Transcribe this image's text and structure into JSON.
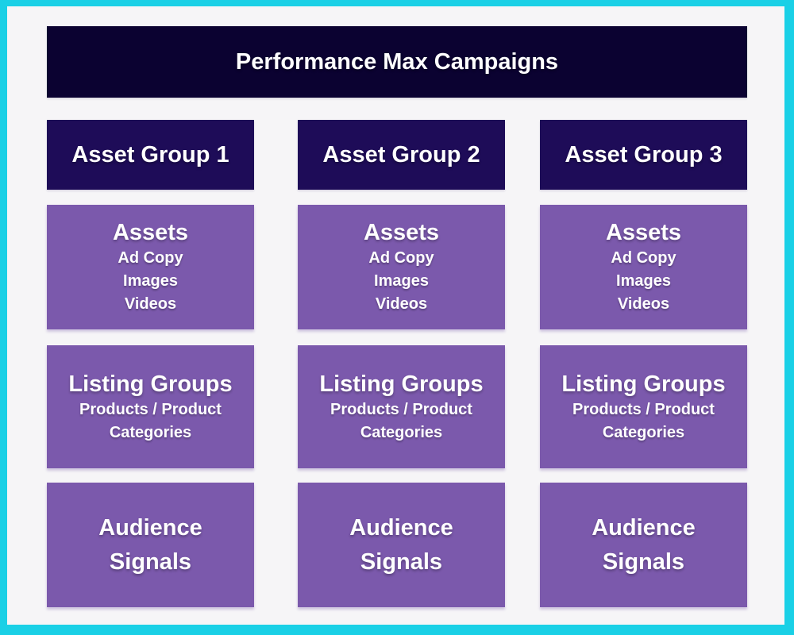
{
  "header": {
    "title": "Performance Max Campaigns"
  },
  "colors": {
    "border": "#1AD0E6",
    "background": "#F6F5F7",
    "header_bg": "#0B0231",
    "group_header_bg": "#1E0C58",
    "card_bg": "#7B59AC",
    "text": "#FFFFFF"
  },
  "groups": [
    {
      "name": "Asset Group 1",
      "assets": {
        "title": "Assets",
        "items": [
          "Ad Copy",
          "Images",
          "Videos"
        ]
      },
      "listing": {
        "title": "Listing Groups",
        "subtitle": "Products / Product Categories"
      },
      "audience": {
        "lines": [
          "Audience",
          "Signals"
        ]
      }
    },
    {
      "name": "Asset Group 2",
      "assets": {
        "title": "Assets",
        "items": [
          "Ad Copy",
          "Images",
          "Videos"
        ]
      },
      "listing": {
        "title": "Listing Groups",
        "subtitle": "Products / Product Categories"
      },
      "audience": {
        "lines": [
          "Audience",
          "Signals"
        ]
      }
    },
    {
      "name": "Asset Group 3",
      "assets": {
        "title": "Assets",
        "items": [
          "Ad Copy",
          "Images",
          "Videos"
        ]
      },
      "listing": {
        "title": "Listing Groups",
        "subtitle": "Products / Product Categories"
      },
      "audience": {
        "lines": [
          "Audience",
          "Signals"
        ]
      }
    }
  ]
}
